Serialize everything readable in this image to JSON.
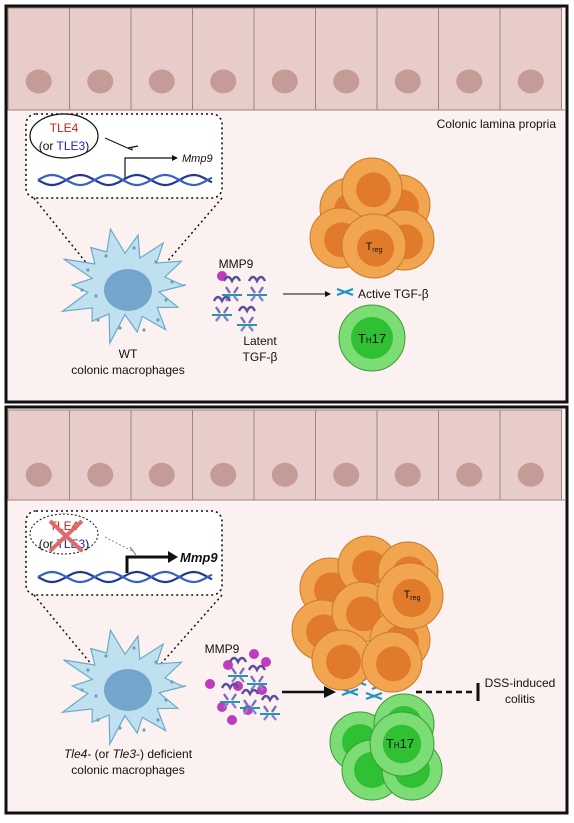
{
  "top": {
    "region_label": "Colonic lamina propria",
    "repressor_main": "TLE4",
    "repressor_alt_open": "(or ",
    "repressor_alt": "TLE3",
    "repressor_alt_close": ")",
    "gene": "Mmp9",
    "cell_line1": "WT",
    "cell_line2": "colonic macrophages",
    "mmp9": "MMP9",
    "latent1": "Latent",
    "latent2": "TGF-β",
    "active": "Active TGF-β",
    "treg_main": "T",
    "treg_sub": "reg",
    "th17_main": "T",
    "th17_sub": "H",
    "th17_tail": "17"
  },
  "bottom": {
    "repressor_main": "TLE4",
    "repressor_alt_open": "(or ",
    "repressor_alt": "TLE3",
    "repressor_alt_close": ")",
    "gene": "Mmp9",
    "cell_gene1": "Tle4",
    "cell_mid": "- (or ",
    "cell_gene2": "Tle3",
    "cell_tail": "-) deficient",
    "cell_line2": "colonic macrophages",
    "mmp9": "MMP9",
    "treg_main": "T",
    "treg_sub": "reg",
    "th17_main": "T",
    "th17_sub": "H",
    "th17_tail": "17",
    "outcome1": "DSS-induced",
    "outcome2": "colitis"
  },
  "colors": {
    "background": "#fbf1f1",
    "epithelium": "#e7ccc9",
    "nucleus": "#c49b97",
    "macrophage": "#bfe0ee",
    "macrophage_nucleus": "#74a6cc",
    "treg_outer": "#f0a54e",
    "treg_inner": "#e27a2c",
    "th17_outer": "#7bdd74",
    "th17_inner": "#2fc034",
    "dna": "#1f3a8f",
    "mmp9_dot": "#c13bbd",
    "tle4_red": "#cc1f1f",
    "tle3_blue": "#2222cc"
  }
}
